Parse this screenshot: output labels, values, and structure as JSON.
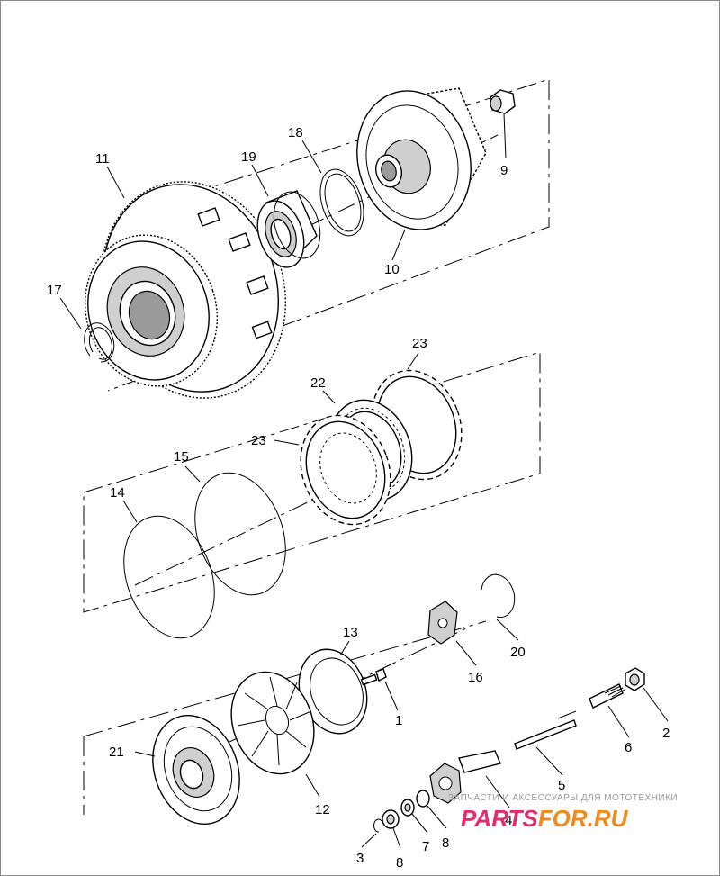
{
  "labels": {
    "p1": "1",
    "p2": "2",
    "p3": "3",
    "p4": "4",
    "p5": "5",
    "p6": "6",
    "p7": "7",
    "p8a": "8",
    "p8b": "8",
    "p9": "9",
    "p10": "10",
    "p11": "11",
    "p12": "12",
    "p13": "13",
    "p14": "14",
    "p15": "15",
    "p16": "16",
    "p17": "17",
    "p18": "18",
    "p19": "19",
    "p20": "20",
    "p21": "21",
    "p22": "22",
    "p23a": "23",
    "p23b": "23"
  },
  "watermark": {
    "caption": "ЗАПЧАСТИ И АКСЕССУАРЫ ДЛЯ МОТОТЕХНИКИ",
    "brand_part1": "PARTS",
    "brand_part2": "FOR.RU",
    "brand_color_1": "#e32b6e",
    "brand_color_2": "#f08a1c"
  }
}
